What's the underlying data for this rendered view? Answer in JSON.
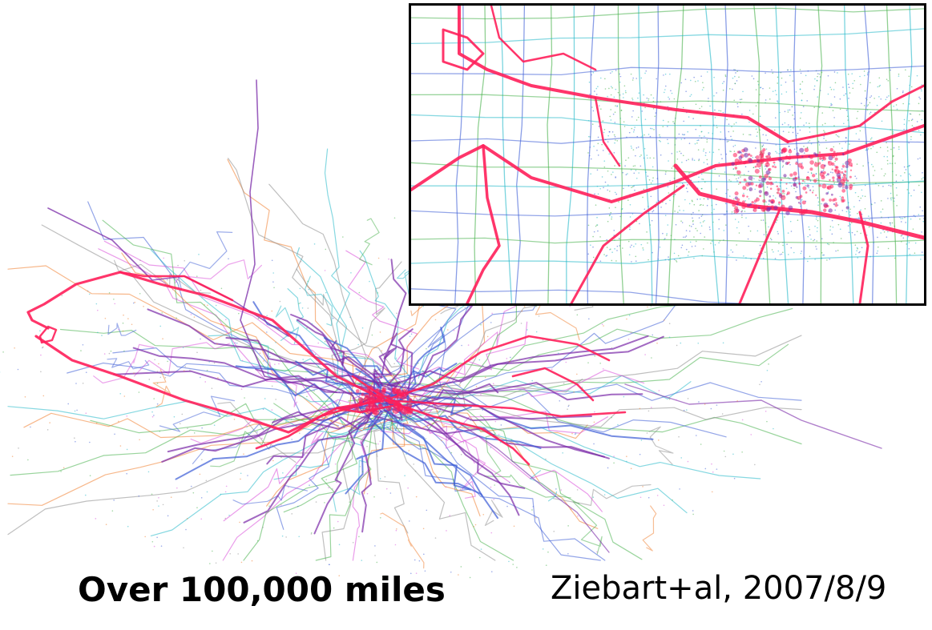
{
  "captions": {
    "main": "Over 100,000 miles",
    "credit": "Ziebart+al, 2007/8/9"
  },
  "colors": {
    "background": "#ffffff",
    "dense_route": "#ff1f5a",
    "medium_route": "#7a2aa8",
    "sparse_routes": [
      "#3b5bd6",
      "#46b04a",
      "#22b8c8",
      "#d94bd9",
      "#f07c2a",
      "#8a8a8a"
    ],
    "inset_border": "#000000"
  },
  "icons": {
    "main_map": "gps-trace-map",
    "inset_map": "zoomed-city-center-map"
  }
}
